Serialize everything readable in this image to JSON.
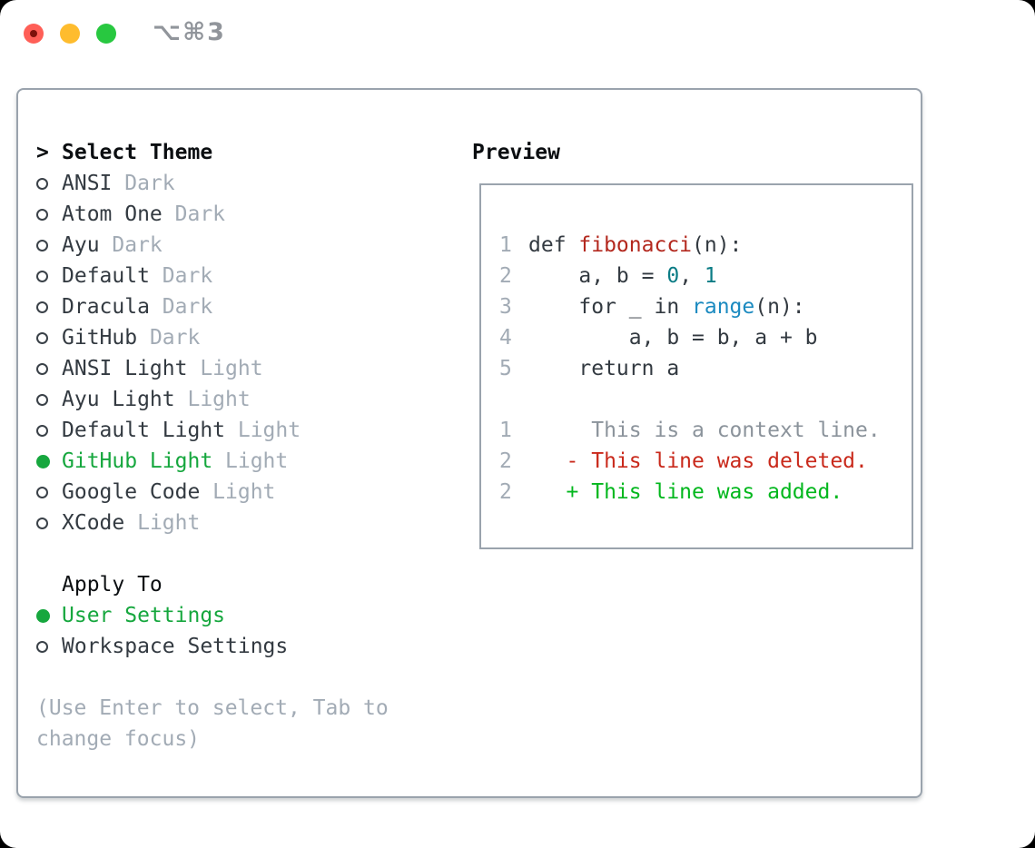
{
  "window": {
    "title": "⌥⌘3",
    "traffic_lights": {
      "close": "close-button",
      "minimize": "minimize-button",
      "zoom": "zoom-button"
    }
  },
  "picker": {
    "prompt": ">",
    "title": "Select Theme",
    "themes": [
      {
        "name": "ANSI",
        "variant": "Dark",
        "selected": false
      },
      {
        "name": "Atom One",
        "variant": "Dark",
        "selected": false
      },
      {
        "name": "Ayu",
        "variant": "Dark",
        "selected": false
      },
      {
        "name": "Default",
        "variant": "Dark",
        "selected": false
      },
      {
        "name": "Dracula",
        "variant": "Dark",
        "selected": false
      },
      {
        "name": "GitHub",
        "variant": "Dark",
        "selected": false
      },
      {
        "name": "ANSI Light",
        "variant": "Light",
        "selected": false
      },
      {
        "name": "Ayu Light",
        "variant": "Light",
        "selected": false
      },
      {
        "name": "Default Light",
        "variant": "Light",
        "selected": false
      },
      {
        "name": "GitHub Light",
        "variant": "Light",
        "selected": true
      },
      {
        "name": "Google Code",
        "variant": "Light",
        "selected": false
      },
      {
        "name": "XCode",
        "variant": "Light",
        "selected": false
      }
    ],
    "apply_to": {
      "label": "Apply To",
      "options": [
        {
          "name": "User Settings",
          "selected": true
        },
        {
          "name": "Workspace Settings",
          "selected": false
        }
      ]
    },
    "hint_lines": [
      "(Use Enter to select, Tab to",
      "change focus)"
    ]
  },
  "preview": {
    "label": "Preview",
    "lines": [
      {
        "num": "1",
        "segments": [
          {
            "t": "def ",
            "c": "fg"
          },
          {
            "t": "fibonacci",
            "c": "function_red"
          },
          {
            "t": "(n):",
            "c": "fg"
          }
        ]
      },
      {
        "num": "2",
        "segments": [
          {
            "t": "    a, b = ",
            "c": "fg"
          },
          {
            "t": "0",
            "c": "number_teal"
          },
          {
            "t": ", ",
            "c": "fg"
          },
          {
            "t": "1",
            "c": "number_teal"
          }
        ]
      },
      {
        "num": "3",
        "segments": [
          {
            "t": "    for _ in ",
            "c": "fg"
          },
          {
            "t": "range",
            "c": "builtin_blue"
          },
          {
            "t": "(n):",
            "c": "fg"
          }
        ]
      },
      {
        "num": "4",
        "segments": [
          {
            "t": "        a, b = b, a + b",
            "c": "fg"
          }
        ]
      },
      {
        "num": "5",
        "segments": [
          {
            "t": "    return a",
            "c": "fg"
          }
        ]
      },
      {
        "num": "",
        "segments": []
      },
      {
        "num": "1",
        "segments": [
          {
            "t": "     This is a context line.",
            "c": "context_gray"
          }
        ]
      },
      {
        "num": "2",
        "segments": [
          {
            "t": "   - This line was deleted.",
            "c": "deleted_red"
          }
        ]
      },
      {
        "num": "2",
        "segments": [
          {
            "t": "   + This line was added.",
            "c": "added_green"
          }
        ]
      }
    ]
  },
  "colors": {
    "fg": "#333a41",
    "function_red": "#b3281e",
    "number_teal": "#0b7c85",
    "builtin_blue": "#1b8ac0",
    "context_gray": "#8b939b",
    "deleted_red": "#c9291b",
    "added_green": "#02b71d",
    "selected_green": "#16a73e",
    "muted": "#a2abb5",
    "panel_border": "#9aa3ad",
    "traffic_red": "#ff5f57",
    "traffic_yellow": "#febc2e",
    "traffic_green": "#28c840"
  }
}
